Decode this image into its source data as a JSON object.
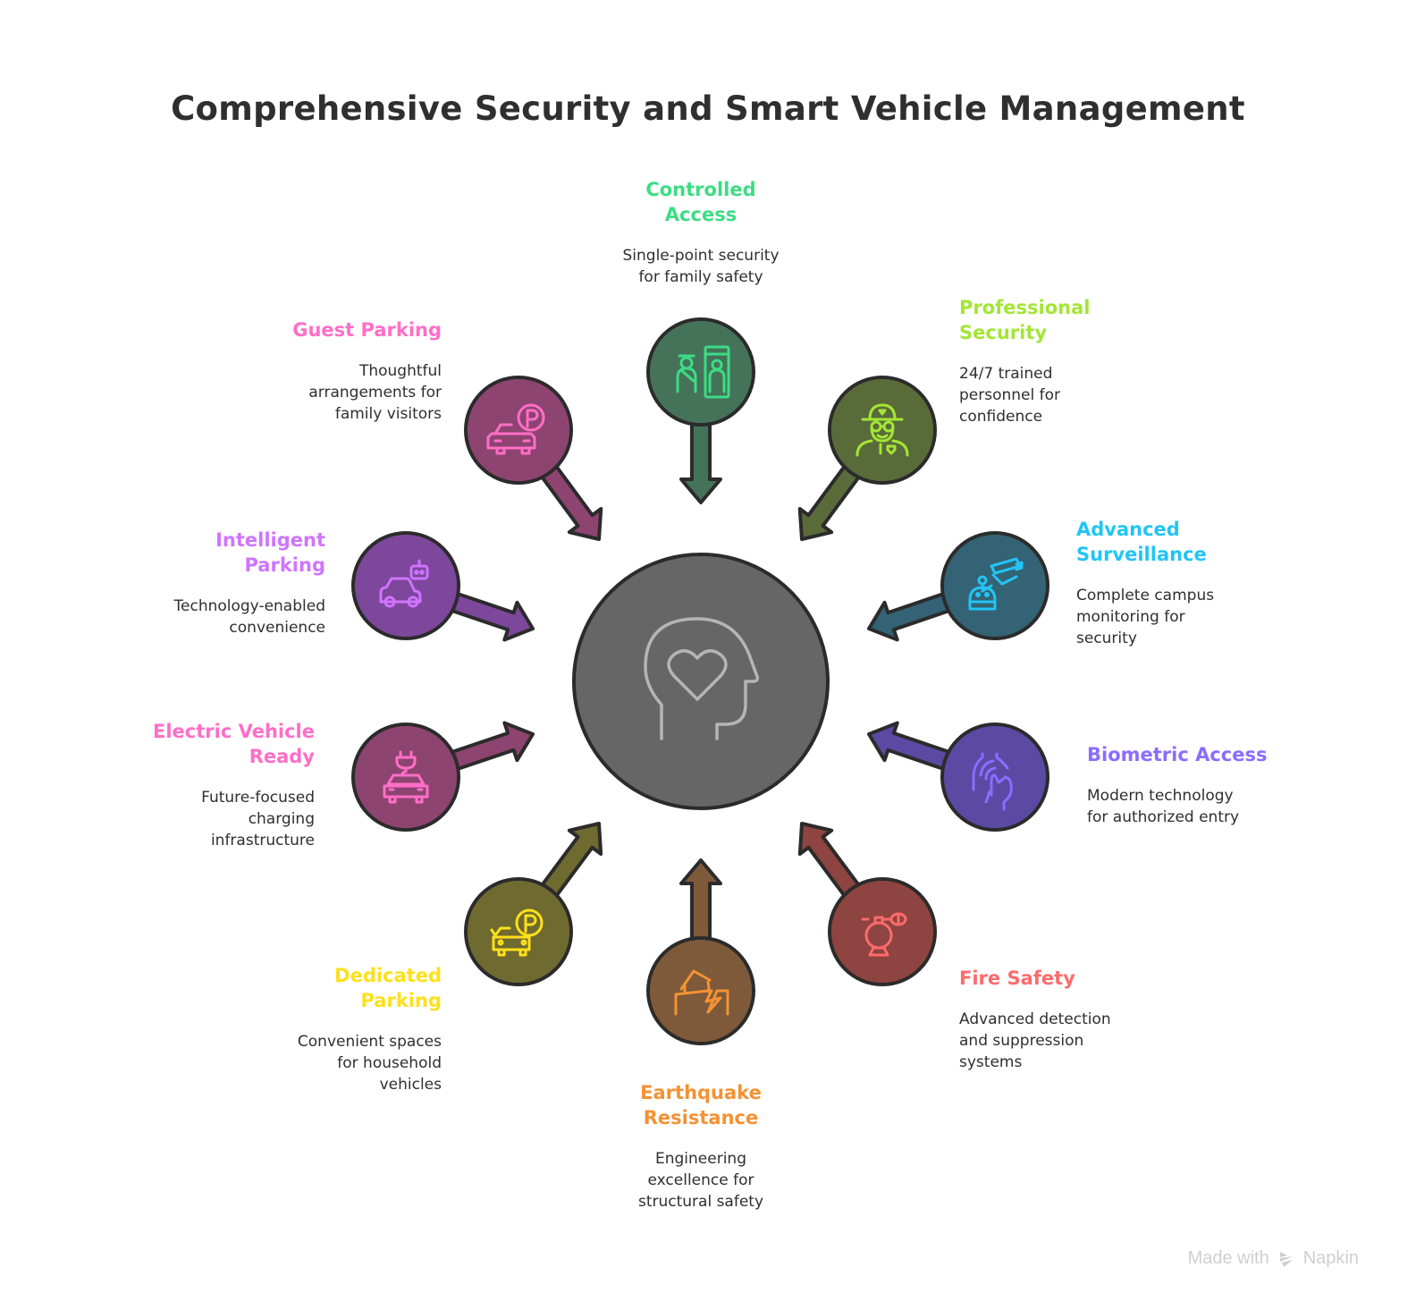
{
  "title": "Comprehensive Security and Smart Vehicle Management",
  "center": {
    "icon": "head-heart-icon",
    "fill": "#666666",
    "stroke_color": "#b5b5b5"
  },
  "nodes": [
    {
      "id": "controlled-access",
      "title": "Controlled\nAccess",
      "description": "Single-point security\nfor family safety",
      "icon": "security-gate-icon",
      "fill": "#44735a",
      "accent": "#3ddc84",
      "position": "top",
      "align": "center"
    },
    {
      "id": "professional-security",
      "title": "Professional\nSecurity",
      "description": "24/7 trained\npersonnel for\nconfidence",
      "icon": "security-guard-icon",
      "fill": "#5a6b3a",
      "accent": "#a3e635",
      "position": "top-right",
      "align": "left"
    },
    {
      "id": "advanced-surveillance",
      "title": "Advanced\nSurveillance",
      "description": "Complete campus\nmonitoring for\nsecurity",
      "icon": "cctv-camera-icon",
      "fill": "#336374",
      "accent": "#22c4f5",
      "position": "right-upper",
      "align": "left"
    },
    {
      "id": "biometric-access",
      "title": "Biometric Access",
      "description": "Modern technology\nfor authorized entry",
      "icon": "fingerprint-hand-icon",
      "fill": "#5b4aa3",
      "accent": "#8b6cff",
      "position": "right-lower",
      "align": "left"
    },
    {
      "id": "fire-safety",
      "title": "Fire Safety",
      "description": "Advanced detection\nand suppression\nsystems",
      "icon": "fire-extinguisher-icon",
      "fill": "#8e4440",
      "accent": "#ff6b6b",
      "position": "bottom-right",
      "align": "left"
    },
    {
      "id": "earthquake-resistance",
      "title": "Earthquake\nResistance",
      "description": "Engineering\nexcellence for\nstructural safety",
      "icon": "earthquake-house-icon",
      "fill": "#7e5a3a",
      "accent": "#f59233",
      "position": "bottom",
      "align": "center"
    },
    {
      "id": "dedicated-parking",
      "title": "Dedicated\nParking",
      "description": "Convenient spaces\nfor household\nvehicles",
      "icon": "car-parking-icon",
      "fill": "#6f6a30",
      "accent": "#ffe01a",
      "position": "bottom-left",
      "align": "right"
    },
    {
      "id": "electric-vehicle-ready",
      "title": "Electric Vehicle\nReady",
      "description": "Future-focused\ncharging\ninfrastructure",
      "icon": "ev-charging-car-icon",
      "fill": "#8e4470",
      "accent": "#ff6ec7",
      "position": "left-lower",
      "align": "right"
    },
    {
      "id": "intelligent-parking",
      "title": "Intelligent\nParking",
      "description": "Technology-enabled\nconvenience",
      "icon": "smart-car-robot-icon",
      "fill": "#7d479c",
      "accent": "#d074ff",
      "position": "left-upper",
      "align": "right"
    },
    {
      "id": "guest-parking",
      "title": "Guest Parking",
      "description": "Thoughtful\narrangements for\nfamily visitors",
      "icon": "guest-car-parking-icon",
      "fill": "#8e4470",
      "accent": "#ff6ec7",
      "position": "top-left",
      "align": "right"
    }
  ],
  "footer": {
    "made_with": "Made with",
    "brand": "Napkin",
    "icon": "napkin-logo-icon"
  }
}
